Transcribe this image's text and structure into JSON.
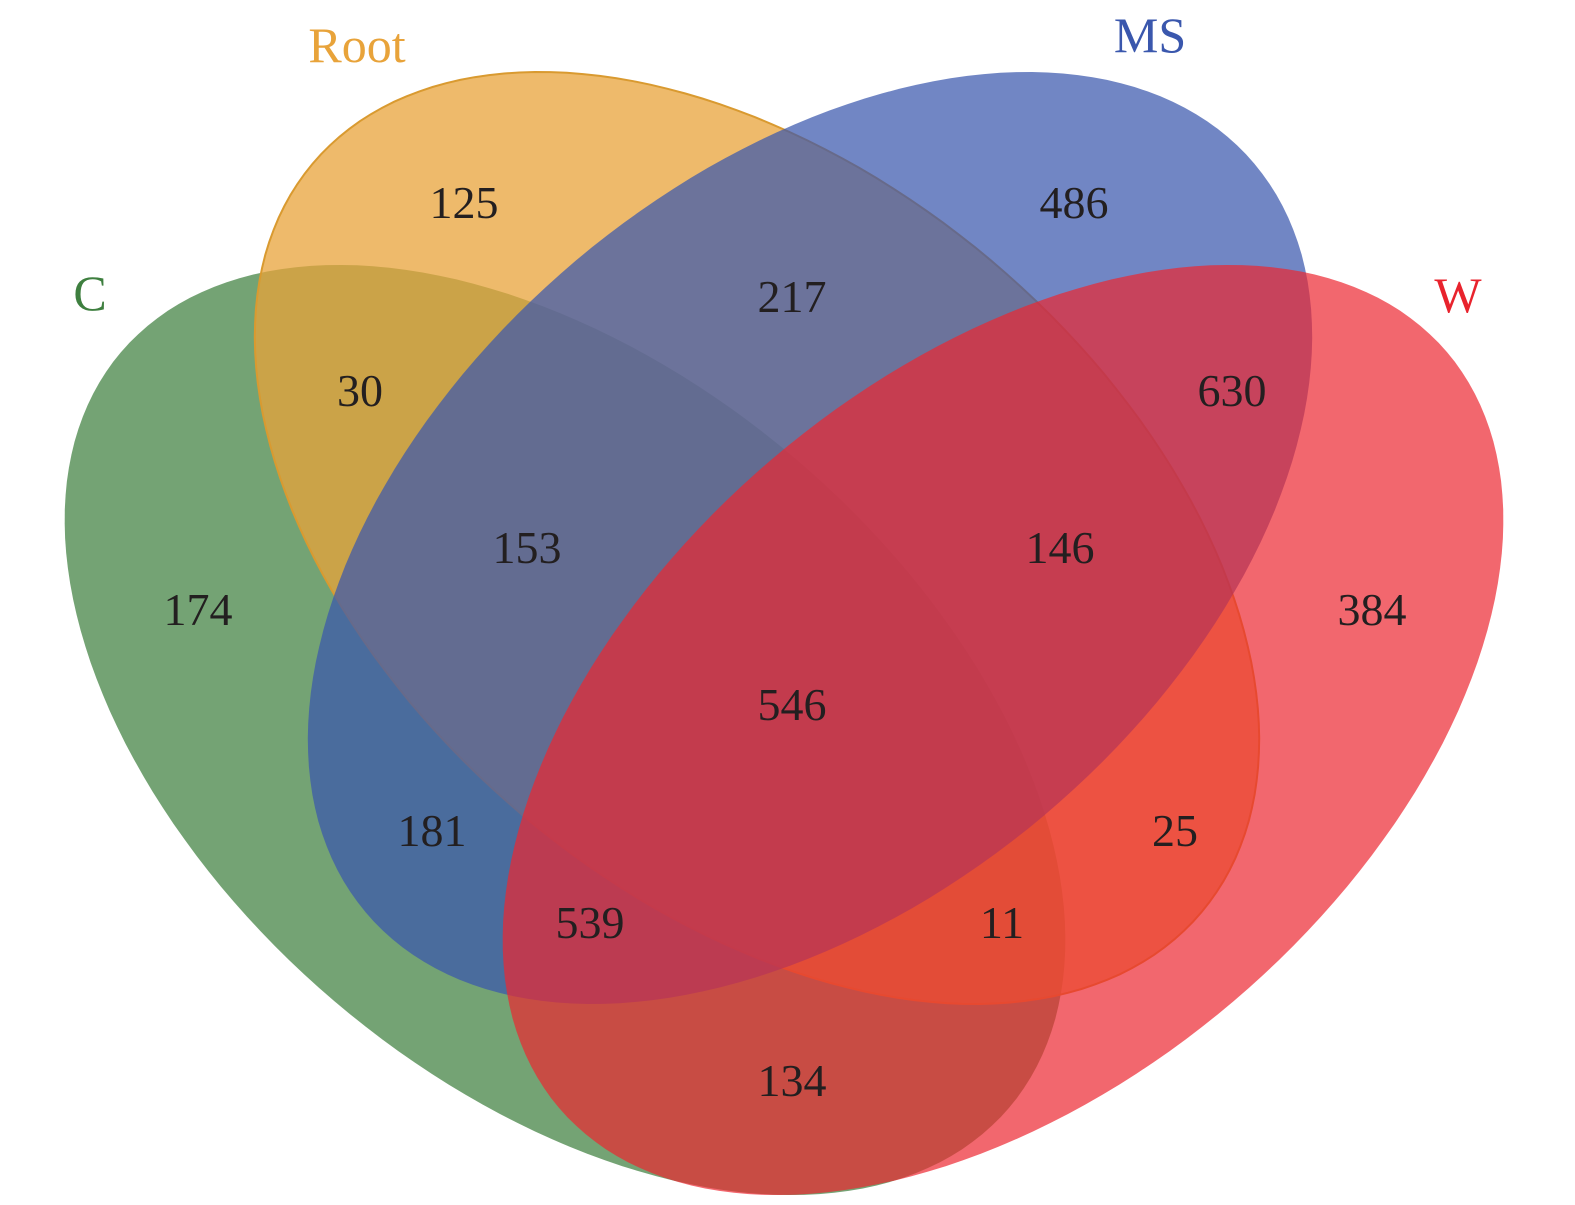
{
  "chart_data": {
    "type": "venn",
    "sets": [
      {
        "name": "C",
        "color": "#3e7f3f"
      },
      {
        "name": "Root",
        "color": "#e8a33a"
      },
      {
        "name": "MS",
        "color": "#3a57ad"
      },
      {
        "name": "W",
        "color": "#e8232d"
      }
    ],
    "regions": {
      "C_only": 174,
      "Root_only": 125,
      "MS_only": 486,
      "W_only": 384,
      "C_Root": 30,
      "Root_MS": 217,
      "MS_W": 630,
      "C_Root_MS": 153,
      "Root_MS_W": 146,
      "C_Root_MS_W": 546,
      "C_MS": 181,
      "Root_W": 25,
      "C_MS_W": 539,
      "C_Root_W": 11,
      "C_W": 134
    }
  }
}
